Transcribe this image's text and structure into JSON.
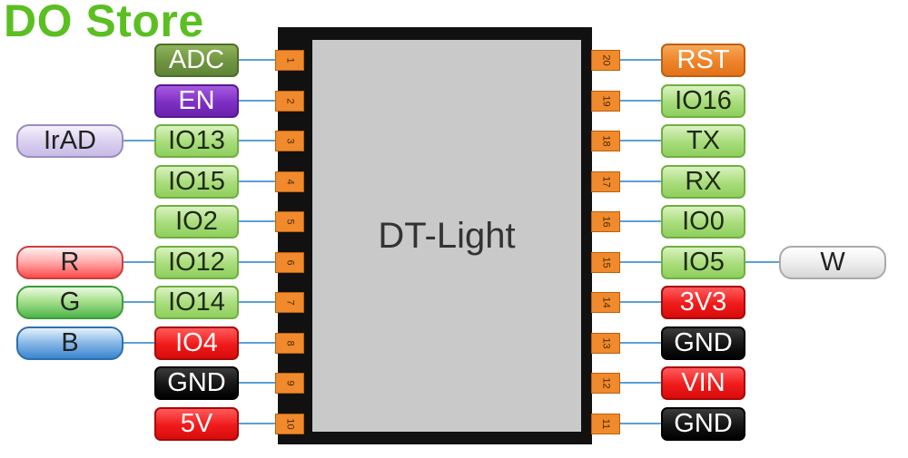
{
  "watermark": "DO Store",
  "chip": {
    "label": "DT-Light"
  },
  "left_pins": [
    {
      "num": "1",
      "label": "ADC",
      "style": "g-olive"
    },
    {
      "num": "2",
      "label": "EN",
      "style": "g-purple"
    },
    {
      "num": "3",
      "label": "IO13",
      "style": "g-green"
    },
    {
      "num": "4",
      "label": "IO15",
      "style": "g-green"
    },
    {
      "num": "5",
      "label": "IO2",
      "style": "g-green"
    },
    {
      "num": "6",
      "label": "IO12",
      "style": "g-green"
    },
    {
      "num": "7",
      "label": "IO14",
      "style": "g-green"
    },
    {
      "num": "8",
      "label": "IO4",
      "style": "g-red"
    },
    {
      "num": "9",
      "label": "GND",
      "style": "g-black"
    },
    {
      "num": "10",
      "label": "5V",
      "style": "g-red"
    }
  ],
  "right_pins": [
    {
      "num": "20",
      "label": "RST",
      "style": "g-orange"
    },
    {
      "num": "19",
      "label": "IO16",
      "style": "g-green"
    },
    {
      "num": "18",
      "label": "TX",
      "style": "g-green"
    },
    {
      "num": "17",
      "label": "RX",
      "style": "g-green"
    },
    {
      "num": "16",
      "label": "IO0",
      "style": "g-green"
    },
    {
      "num": "15",
      "label": "IO5",
      "style": "g-green"
    },
    {
      "num": "14",
      "label": "3V3",
      "style": "g-red"
    },
    {
      "num": "13",
      "label": "GND",
      "style": "g-black"
    },
    {
      "num": "12",
      "label": "VIN",
      "style": "g-red"
    },
    {
      "num": "11",
      "label": "GND",
      "style": "g-black"
    }
  ],
  "functions": [
    {
      "label": "IrAD",
      "pin": "IO13",
      "style": "g-lav"
    },
    {
      "label": "R",
      "pin": "IO12",
      "style": "g-pink"
    },
    {
      "label": "G",
      "pin": "IO14",
      "style": "g-lgreen"
    },
    {
      "label": "B",
      "pin": "IO4",
      "style": "g-blue"
    },
    {
      "label": "W",
      "pin": "IO5",
      "style": "g-white"
    }
  ],
  "colors": {
    "watermark": "#5bbf21",
    "chip_body": "#111111",
    "chip_die": "#c9c9c9",
    "pin_pad": "#f08a2c",
    "connector_line": "#5aa0d8"
  }
}
